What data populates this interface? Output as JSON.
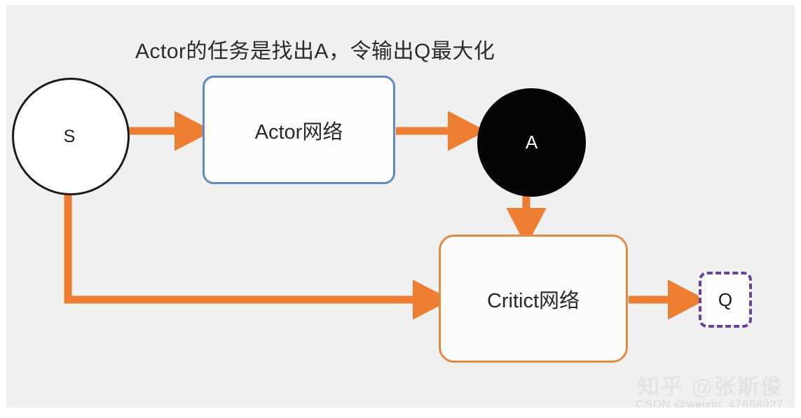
{
  "diagram": {
    "title": "Actor的任务是找出A，令输出Q最大化",
    "background_color": "#f0f0f0",
    "accent_color": "#ED7D31",
    "nodes": {
      "state": {
        "label": "S",
        "shape": "circle",
        "fill": "#ffffff",
        "stroke": "#1a1a1a"
      },
      "actor": {
        "label": "Actor网络",
        "shape": "rounded-rect",
        "fill": "#fdfdfe",
        "stroke": "#5b8bc4"
      },
      "action": {
        "label": "A",
        "shape": "circle",
        "fill": "#050505",
        "text_color": "#ffffff"
      },
      "critic": {
        "label": "Critict网络",
        "shape": "rounded-rect",
        "fill": "#fdfcfb",
        "stroke": "#e08a43"
      },
      "qvalue": {
        "label": "Q",
        "shape": "rounded-rect-dashed",
        "fill": "#fdfdfd",
        "stroke": "#6b3fa0"
      }
    },
    "edges": [
      {
        "name": "s-to-actor",
        "from": "S",
        "to": "Actor网络",
        "color": "#ED7D31"
      },
      {
        "name": "actor-to-a",
        "from": "Actor网络",
        "to": "A",
        "color": "#ED7D31"
      },
      {
        "name": "a-to-critic",
        "from": "A",
        "to": "Critict网络",
        "color": "#ED7D31"
      },
      {
        "name": "s-to-critic",
        "from": "S",
        "to": "Critict网络",
        "color": "#ED7D31"
      },
      {
        "name": "critic-to-q",
        "from": "Critict网络",
        "to": "Q",
        "color": "#ED7D31"
      }
    ]
  },
  "watermarks": {
    "zhihu": "知乎 @张斯俊",
    "csdn": "CSDN @weixin_47698927"
  }
}
